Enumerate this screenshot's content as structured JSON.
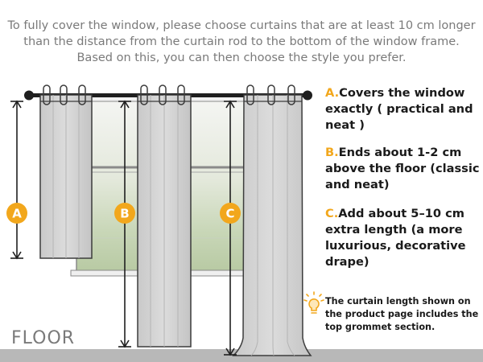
{
  "intro": "To fully cover the window, please choose curtains that are at least 10 cm longer than the distance from the curtain rod to the bottom of the window frame. Based on this, you can then choose the style you prefer.",
  "badges": {
    "a": "A",
    "b": "B",
    "c": "C"
  },
  "options": [
    {
      "letter": "A.",
      "text": "Covers the window exactly ( practical and neat )"
    },
    {
      "letter": "B.",
      "text": "Ends about 1-2 cm above the floor (classic and neat)"
    },
    {
      "letter": "C.",
      "text": "Add about 5–10 cm extra length (a more luxurious, decorative drape)"
    }
  ],
  "note": "The curtain length shown on the product page includes the top grommet section.",
  "floor_label": "FLOOR",
  "icons": {
    "tip": "lightbulb-icon"
  },
  "colors": {
    "accent": "#f2a71c",
    "curtain": "#d4d4d4",
    "curtain_edge": "#3c3c3c",
    "floor": "#b8b8b8",
    "window": "#dfe5d8"
  }
}
